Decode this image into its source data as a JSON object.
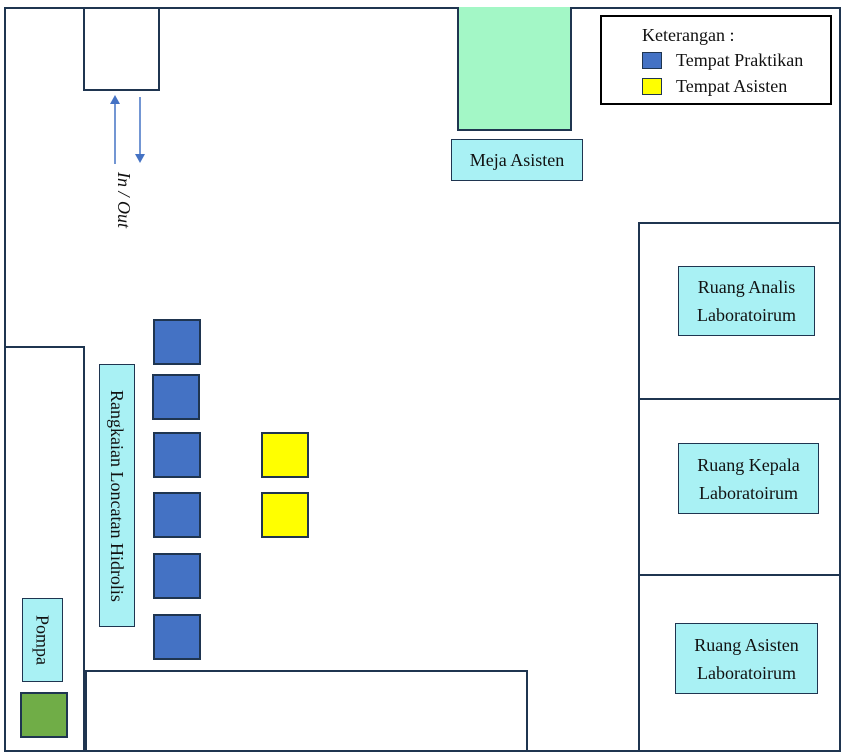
{
  "colors": {
    "praktikan": "#4472c4",
    "asisten": "#ffff00",
    "meja_asisten_table": "#a3f7c6",
    "pompa_unit": "#70ad47",
    "label_fill": "#a9f1f4",
    "arrow": "#4472c4"
  },
  "legend": {
    "title": "Keterangan :",
    "items": [
      {
        "label": "Tempat Praktikan",
        "color": "#4472c4"
      },
      {
        "label": "Tempat Asisten",
        "color": "#ffff00"
      }
    ]
  },
  "entrance": {
    "label": "In / Out"
  },
  "meja_asisten": {
    "label": "Meja Asisten"
  },
  "rooms": [
    {
      "line1": "Ruang Analis",
      "line2": "Laboratoirum"
    },
    {
      "line1": "Ruang Kepala",
      "line2": "Laboratoirum"
    },
    {
      "line1": "Ruang Asisten",
      "line2": "Laboratoirum"
    }
  ],
  "apparatus": {
    "label": "Rangkaian Loncatan Hidrolis"
  },
  "pump": {
    "label": "Pompa"
  },
  "seats": {
    "praktikan_count": 6,
    "asisten_count": 2
  }
}
